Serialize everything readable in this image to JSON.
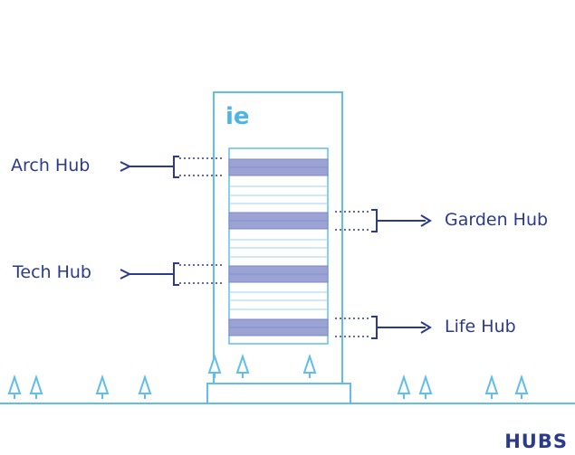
{
  "building": {
    "logo_text": "ie"
  },
  "hubs": {
    "arch": "Arch Hub",
    "garden": "Garden Hub",
    "tech": "Tech Hub",
    "life": "Life Hub"
  },
  "footer": {
    "title": "HUBS"
  },
  "colors": {
    "outline": "#60bdec",
    "hub_band": "#9aa3d4",
    "hub_band_border": "#7d87c4",
    "arrow": "#2b3a8c",
    "logo": "#4db4ea"
  }
}
